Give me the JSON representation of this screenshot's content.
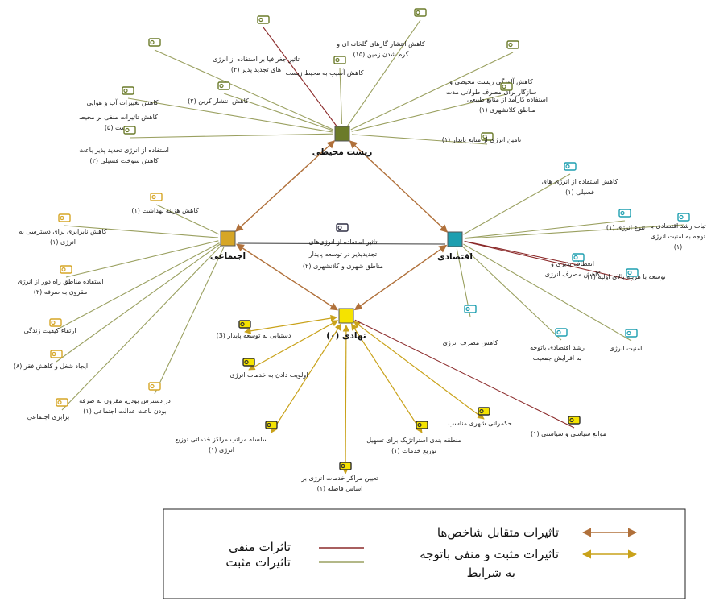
{
  "colors": {
    "env": "#6B7B2A",
    "eco": "#1E9FB0",
    "soc": "#D6A626",
    "inst": "#F5E300",
    "positive": "#9AA060",
    "negative": "#8B2A2A",
    "mutual": "#B0703A",
    "conditional": "#C9A21A"
  },
  "hubs": {
    "env": "زیست محیطی",
    "eco": "اقتصادی",
    "soc": "اجتماعی",
    "inst": "نهادی (۰)"
  },
  "center_label": [
    "تاثیر استفاده از انرژی‌های",
    "تجدیدپذیر در توسعه پایدار",
    "مناطق شهری و کلانشهری (۲)"
  ],
  "nodes": [
    {
      "id": "env1",
      "lines": [
        "کاهش تاثیرات منفی بر محیط",
        "زیست (۵)"
      ],
      "hub": "env",
      "type": "positive",
      "icon": "icon-green"
    },
    {
      "id": "env2",
      "lines": [
        "تاثیر جغرافیا بر استفاده از انرژی",
        "های تجدید پذیر (۳)"
      ],
      "hub": "env",
      "type": "negative",
      "icon": "icon-green"
    },
    {
      "id": "env3",
      "lines": [
        "کاهش انتشار گازهای گلخانه ای و",
        "گرم شدن زمین (۱۵)"
      ],
      "hub": "env",
      "type": "positive",
      "icon": "icon-green"
    },
    {
      "id": "env4",
      "lines": [
        "کاهش آسیب به محیط زیست"
      ],
      "hub": "env",
      "type": "positive",
      "icon": "icon-green"
    },
    {
      "id": "env5",
      "lines": [
        "کاهش آلودگی زیست محیطی و",
        "سازگار برای مصرف طولانی مدت"
      ],
      "hub": "env",
      "type": "positive",
      "icon": "icon-green"
    },
    {
      "id": "env6",
      "lines": [
        "کاهش انتشار کربن (۲)"
      ],
      "hub": "env",
      "type": "positive",
      "icon": "icon-green"
    },
    {
      "id": "env7",
      "lines": [
        "کاهش تغییرات آب و هوایی"
      ],
      "hub": "env",
      "type": "positive",
      "icon": "icon-green"
    },
    {
      "id": "env8",
      "lines": [
        "استفاده کارآمد از منابع طبیعی",
        "مناطق کلانشهری (۱)"
      ],
      "hub": "env",
      "type": "positive",
      "icon": "icon-green"
    },
    {
      "id": "env9",
      "lines": [
        "تامین انرژی از منابع پایدار (۱)"
      ],
      "hub": "env",
      "type": "positive",
      "icon": "icon-green"
    },
    {
      "id": "env10",
      "lines": [
        "استفاده از انرژی تجدید پذیر باعث",
        "کاهش سوخت فسیلی (۲)"
      ],
      "hub": "env",
      "type": "positive",
      "icon": "icon-green"
    },
    {
      "id": "eco1",
      "lines": [
        "کاهش استفاده از انرژی های",
        "فسیلی (۱)"
      ],
      "hub": "eco",
      "type": "positive",
      "icon": "icon-teal"
    },
    {
      "id": "eco2",
      "lines": [
        "تنوع انرژی (۱)"
      ],
      "hub": "eco",
      "type": "positive",
      "icon": "icon-teal"
    },
    {
      "id": "eco3",
      "lines": [
        "ثبات رشد اقتصادی با",
        "توجه به امنیت انرژی",
        "(۱)"
      ],
      "hub": "eco",
      "type": "positive",
      "icon": "icon-teal"
    },
    {
      "id": "eco4",
      "lines": [
        "انعطاف پذیری و",
        "کاهش مصرف انرژی"
      ],
      "hub": "eco",
      "type": "negative",
      "icon": "icon-teal"
    },
    {
      "id": "eco5",
      "lines": [
        "توسعه با هزینه بالای اولیه (۱)"
      ],
      "hub": "eco",
      "type": "negative",
      "icon": "icon-teal"
    },
    {
      "id": "eco6",
      "lines": [
        "کاهش مصرف انرژی"
      ],
      "hub": "eco",
      "type": "positive",
      "icon": "icon-teal"
    },
    {
      "id": "eco7",
      "lines": [
        "رشد اقتصادی باتوجه",
        "به افزایش جمعیت"
      ],
      "hub": "eco",
      "type": "positive",
      "icon": "icon-teal"
    },
    {
      "id": "eco8",
      "lines": [
        "امنیت انرژی"
      ],
      "hub": "eco",
      "type": "positive",
      "icon": "icon-teal"
    },
    {
      "id": "soc1",
      "lines": [
        "کاهش هزینه بهداشت (۱)"
      ],
      "hub": "soc",
      "type": "positive",
      "icon": "icon-gold"
    },
    {
      "id": "soc2",
      "lines": [
        "کاهش نابرابری برای دسترسی به",
        "انرژی (۱)"
      ],
      "hub": "soc",
      "type": "positive",
      "icon": "icon-gold"
    },
    {
      "id": "soc3",
      "lines": [
        "استفاده مناطق راه دور از انرژی",
        "مقرون به صرفه (۲)"
      ],
      "hub": "soc",
      "type": "positive",
      "icon": "icon-gold"
    },
    {
      "id": "soc4",
      "lines": [
        "ارتقاء کیفیت زندگی"
      ],
      "hub": "soc",
      "type": "positive",
      "icon": "icon-gold"
    },
    {
      "id": "soc5",
      "lines": [
        "ایجاد شغل و کاهش فقر (۸)"
      ],
      "hub": "soc",
      "type": "positive",
      "icon": "icon-gold"
    },
    {
      "id": "soc6",
      "lines": [
        "برابری اجتماعی"
      ],
      "hub": "soc",
      "type": "positive",
      "icon": "icon-gold"
    },
    {
      "id": "soc7",
      "lines": [
        "در دسترس بودن، مقرون به صرفه",
        "بودن باعث عدالت اجتماعی (۱)"
      ],
      "hub": "soc",
      "type": "positive",
      "icon": "icon-gold"
    },
    {
      "id": "inst1",
      "lines": [
        "دستیابی به توسعه پایدار (3)"
      ],
      "hub": "inst",
      "type": "conditional",
      "icon": "icon-yellow"
    },
    {
      "id": "inst2",
      "lines": [
        "اولویت دادن  به خدمات انرژی"
      ],
      "hub": "inst",
      "type": "conditional",
      "icon": "icon-yellow"
    },
    {
      "id": "inst3",
      "lines": [
        "سلسله مراتب مراکز خدماتی توزیع",
        "انرژی (۱)"
      ],
      "hub": "inst",
      "type": "conditional",
      "icon": "icon-yellow"
    },
    {
      "id": "inst4",
      "lines": [
        "تعیین مراکز خدمات انرژی بر",
        "اساس فاصله (۱)"
      ],
      "hub": "inst",
      "type": "conditional",
      "icon": "icon-yellow"
    },
    {
      "id": "inst5",
      "lines": [
        "منطقه بندی استراتژیک برای تسهیل",
        "توزیع خدمات (۱)"
      ],
      "hub": "inst",
      "type": "conditional",
      "icon": "icon-yellow"
    },
    {
      "id": "inst6",
      "lines": [
        "حکمرانی شهری مناسب"
      ],
      "hub": "inst",
      "type": "conditional",
      "icon": "icon-yellow"
    },
    {
      "id": "inst7",
      "lines": [
        "موانع سیاسی و سیاستی (۱)"
      ],
      "hub": "inst",
      "type": "negative",
      "icon": "icon-yellow"
    }
  ],
  "legend": {
    "mutual": "تاثیرات متقابل شاخص‌ها",
    "conditional": [
      "تاثیرات مثبت و منفی باتوجه",
      "به شرایط"
    ],
    "negative": "تاثرات منفی",
    "positive": "تاثیرات مثبت"
  }
}
